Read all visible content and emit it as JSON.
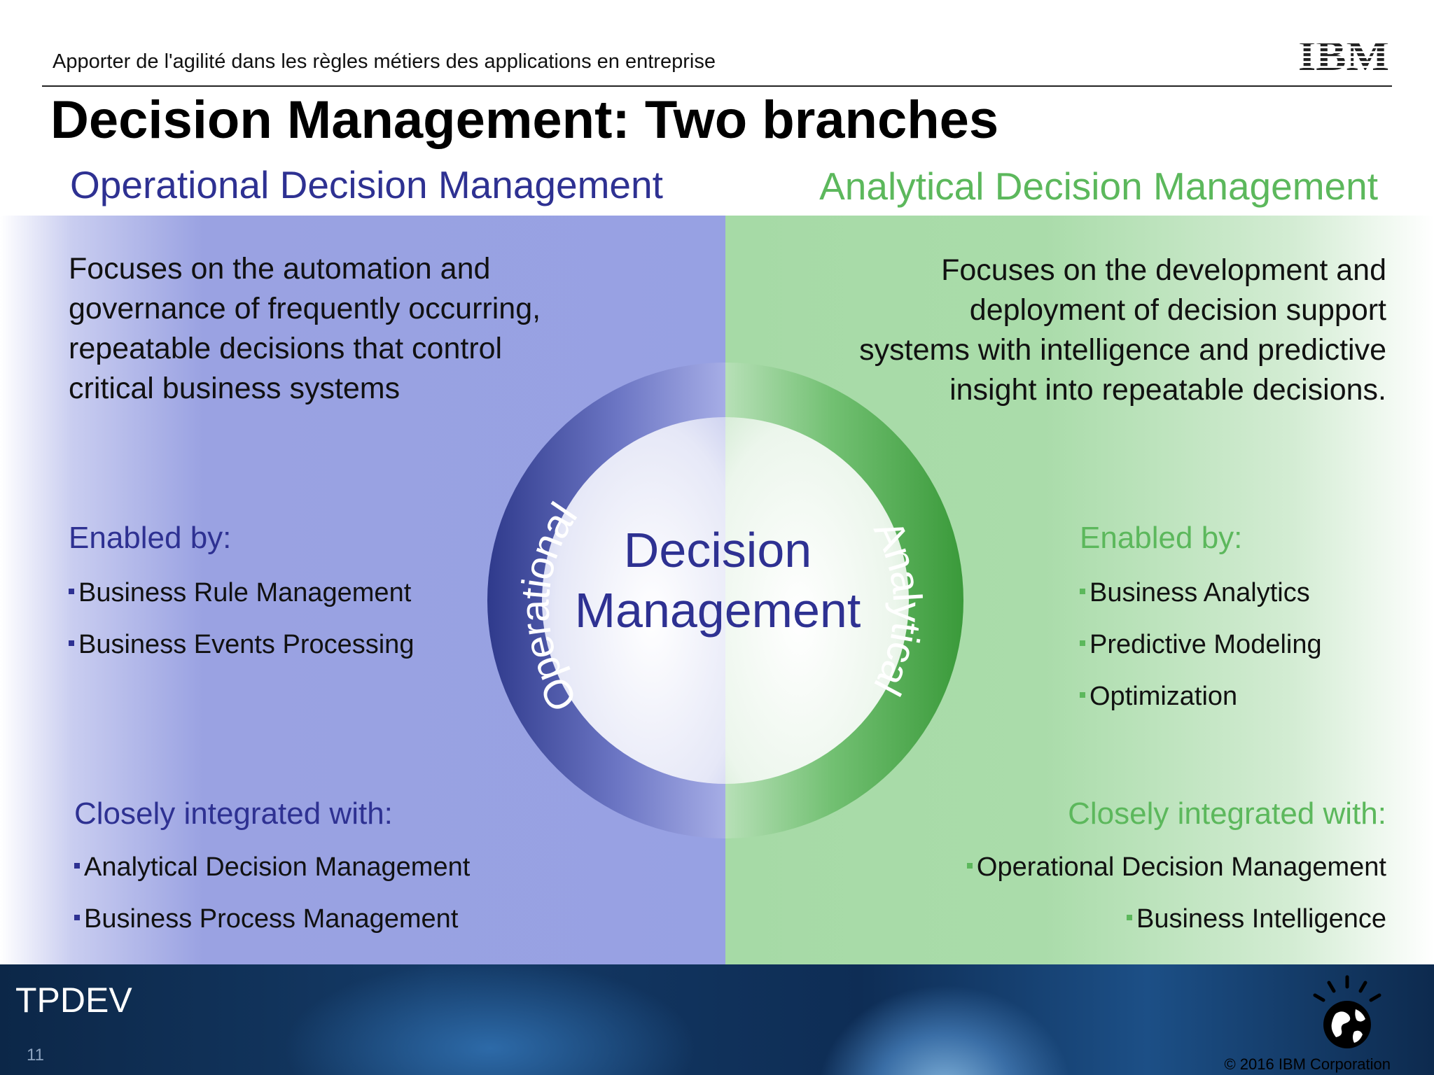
{
  "header": {
    "subtitle": "Apporter de l'agilité dans les règles métiers des applications en entreprise",
    "logo": "IBM"
  },
  "title": "Decision Management: Two branches",
  "left": {
    "heading": "Operational Decision Management",
    "description": "Focuses on the automation and governance of frequently occurring, repeatable decisions that control critical business systems",
    "enabled_heading": "Enabled by:",
    "enabled_items": [
      "Business Rule Management",
      "Business Events Processing"
    ],
    "integrated_heading": "Closely integrated with:",
    "integrated_items": [
      "Analytical Decision Management",
      "Business Process Management"
    ]
  },
  "right": {
    "heading": "Analytical Decision Management",
    "description": "Focuses on the development and deployment of decision support systems with intelligence and predictive insight into repeatable decisions.",
    "enabled_heading": "Enabled by:",
    "enabled_items": [
      "Business Analytics",
      "Predictive Modeling",
      "Optimization"
    ],
    "integrated_heading": "Closely integrated with:",
    "integrated_items": [
      "Operational Decision Management",
      "Business Intelligence"
    ]
  },
  "diagram": {
    "center_line1": "Decision",
    "center_line2": "Management",
    "left_arc": "Operational",
    "right_arc": "Analytical"
  },
  "footer": {
    "label": "TPDEV",
    "page_number": "11",
    "copyright": "© 2016 IBM Corporation"
  },
  "colors": {
    "blue_accent": "#2e3192",
    "green_accent": "#5cb85c"
  },
  "icons": [
    "ibm-logo-icon",
    "globe-icon"
  ]
}
